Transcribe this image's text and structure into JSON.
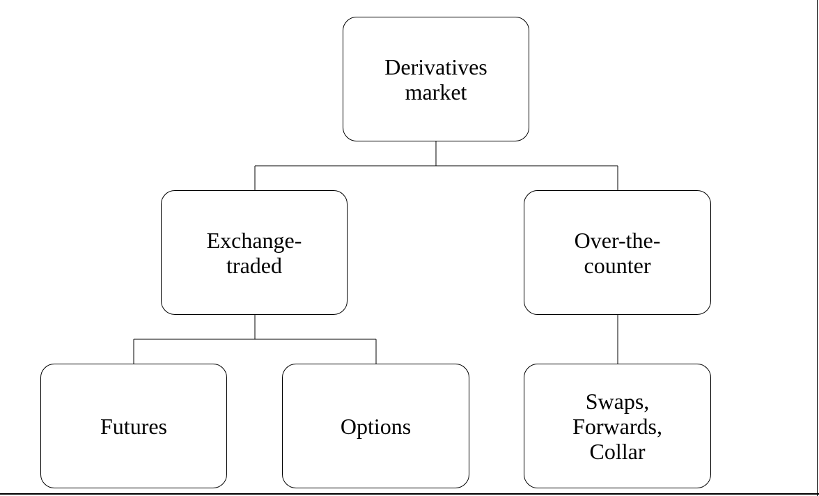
{
  "diagram": {
    "type": "hierarchy",
    "nodes": [
      {
        "id": "root",
        "label": "Derivatives\nmarket"
      },
      {
        "id": "exchange",
        "label": "Exchange-\ntraded"
      },
      {
        "id": "otc",
        "label": "Over-the-\ncounter"
      },
      {
        "id": "futures",
        "label": "Futures"
      },
      {
        "id": "options",
        "label": "Options"
      },
      {
        "id": "swaps",
        "label": "Swaps,\nForwards,\nCollar"
      }
    ],
    "edges": [
      {
        "from": "root",
        "to": "exchange"
      },
      {
        "from": "root",
        "to": "otc"
      },
      {
        "from": "exchange",
        "to": "futures"
      },
      {
        "from": "exchange",
        "to": "options"
      },
      {
        "from": "otc",
        "to": "swaps"
      }
    ]
  }
}
